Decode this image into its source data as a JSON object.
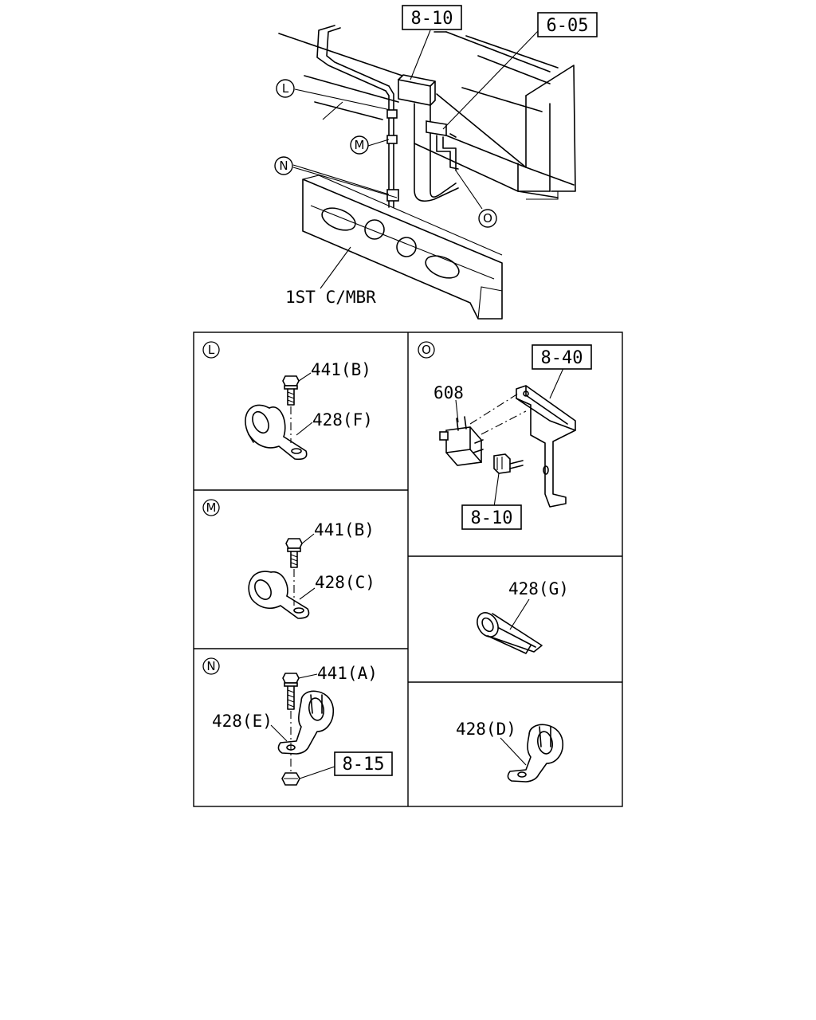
{
  "main_view": {
    "ref_8_10": "8-10",
    "ref_6_05": "6-05",
    "callout_l": "L",
    "callout_m": "M",
    "callout_n": "N",
    "callout_o": "O",
    "member_label": "1ST C/MBR"
  },
  "panel_l": {
    "tag": "L",
    "bolt": "441(B)",
    "clamp": "428(F)"
  },
  "panel_m": {
    "tag": "M",
    "bolt": "441(B)",
    "clamp": "428(C)"
  },
  "panel_n": {
    "tag": "N",
    "bolt": "441(A)",
    "clamp": "428(E)",
    "ref": "8-15"
  },
  "panel_o": {
    "tag": "O",
    "ref_bracket": "8-40",
    "part": "608",
    "ref_connector": "8-10"
  },
  "panel_g": {
    "clamp": "428(G)"
  },
  "panel_d": {
    "clamp": "428(D)"
  }
}
